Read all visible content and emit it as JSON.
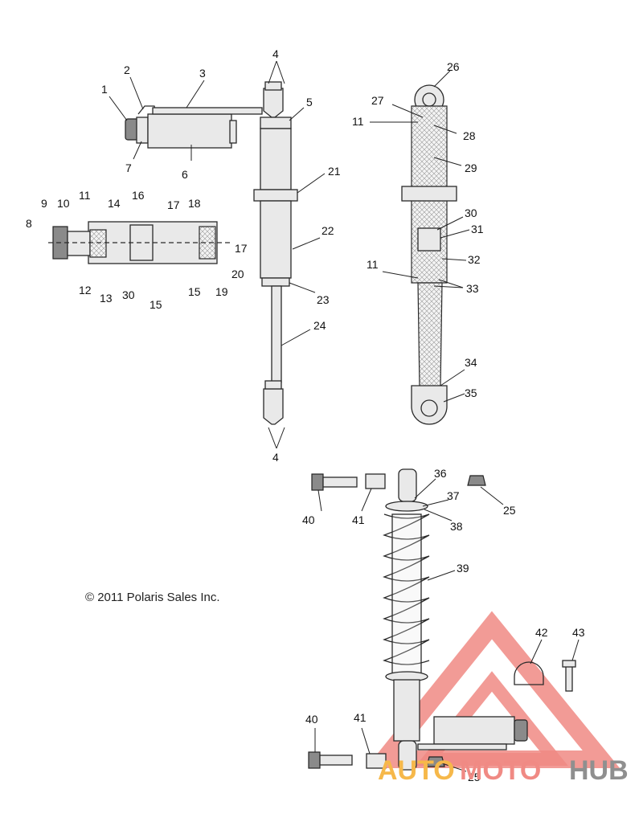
{
  "diagram": {
    "copyright": "© 2011 Polaris Sales Inc.",
    "callouts": [
      "1",
      "2",
      "3",
      "4",
      "5",
      "6",
      "7",
      "8",
      "9",
      "10",
      "11",
      "12",
      "13",
      "14",
      "15",
      "16",
      "17",
      "18",
      "19",
      "20",
      "21",
      "22",
      "23",
      "24",
      "25",
      "26",
      "27",
      "28",
      "29",
      "30",
      "31",
      "32",
      "33",
      "34",
      "35",
      "36",
      "37",
      "38",
      "39",
      "40",
      "41",
      "42",
      "43"
    ]
  },
  "watermark": {
    "part1": "AUTO",
    "part2": "MOTO",
    "part3": "HUB",
    "colors": {
      "auto": "#f6b84a",
      "moto": "#f08a84",
      "hub": "#8f8f8f"
    }
  }
}
